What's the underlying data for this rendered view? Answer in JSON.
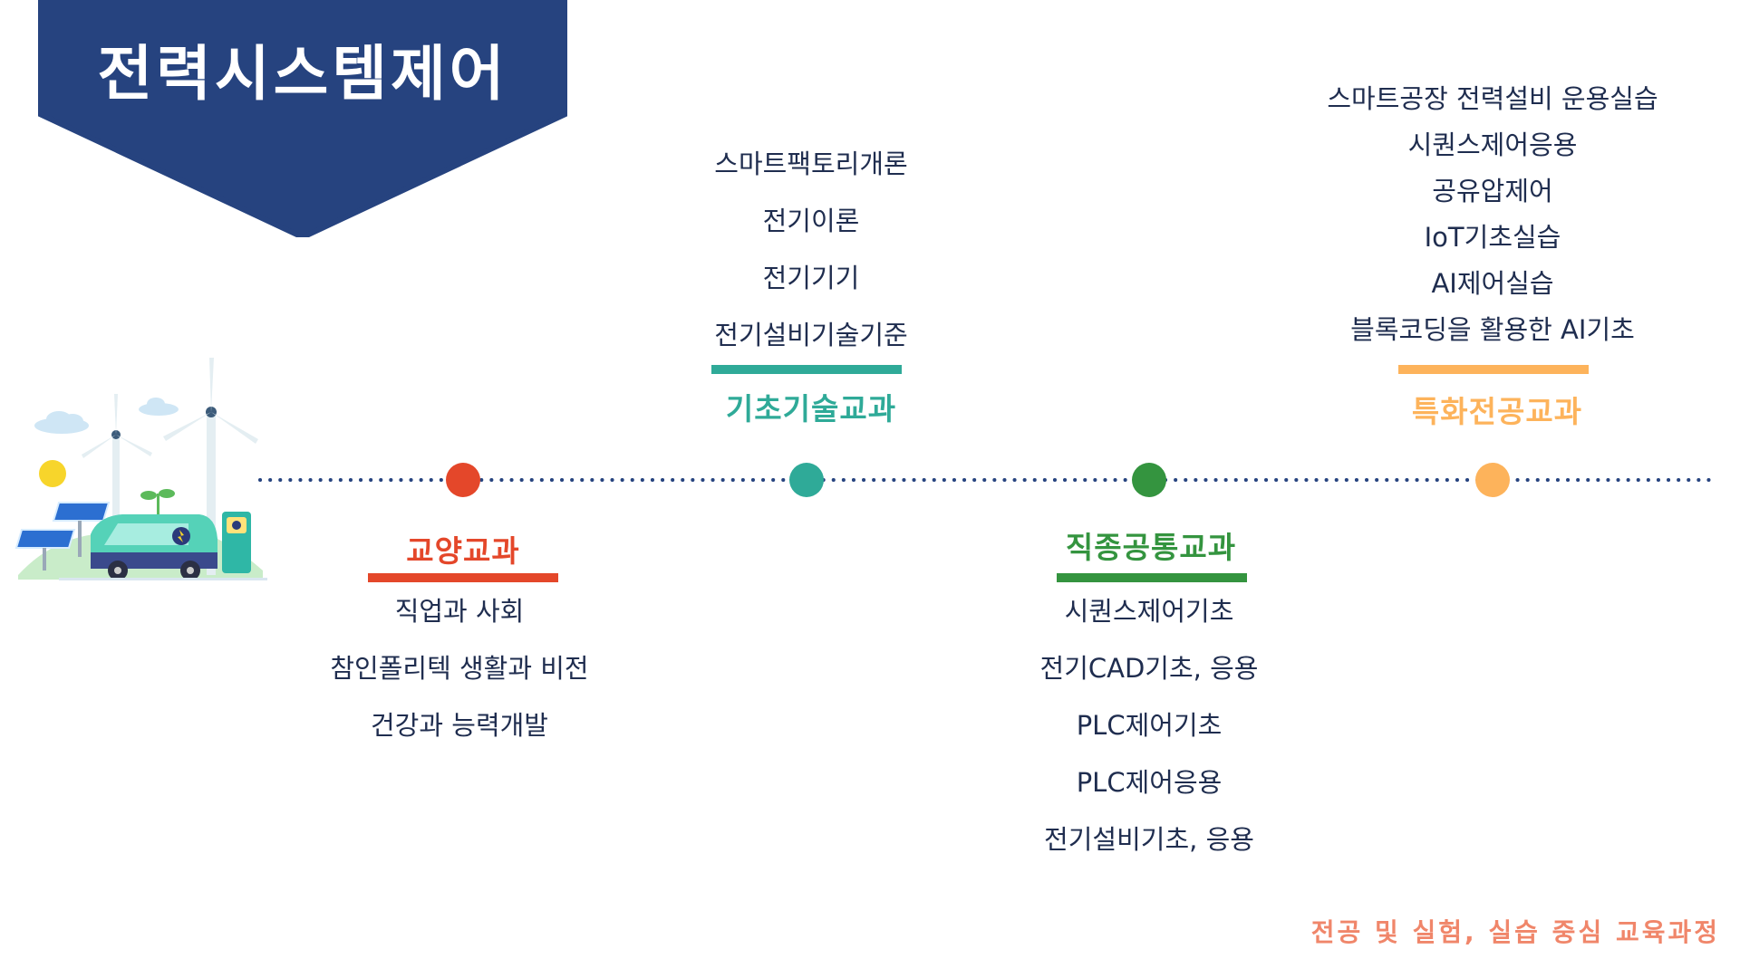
{
  "title": "전력시스템제어",
  "colors": {
    "navy": "#26437f",
    "red": "#e4472a",
    "teal": "#2faa98",
    "green": "#34943f",
    "orange": "#fdb35b",
    "footer": "#f0866a"
  },
  "categories": {
    "liberal": {
      "title": "교양교과",
      "items": [
        "직업과 사회",
        "참인폴리텍 생활과 비전",
        "건강과 능력개발"
      ]
    },
    "basic": {
      "title": "기초기술교과",
      "items": [
        "스마트팩토리개론",
        "전기이론",
        "전기기기",
        "전기설비기술기준"
      ]
    },
    "common": {
      "title": "직종공통교과",
      "items": [
        "시퀀스제어기초",
        "전기CAD기초, 응용",
        "PLC제어기초",
        "PLC제어응용",
        "전기설비기초, 응용"
      ]
    },
    "special": {
      "title": "특화전공교과",
      "items": [
        "스마트공장 전력설비 운용실습",
        "시퀀스제어응용",
        "공유압제어",
        "IoT기초실습",
        "AI제어실습",
        "블록코딩을 활용한 AI기초"
      ]
    }
  },
  "footer": "전공 및 실험, 실습 중심 교육과정"
}
